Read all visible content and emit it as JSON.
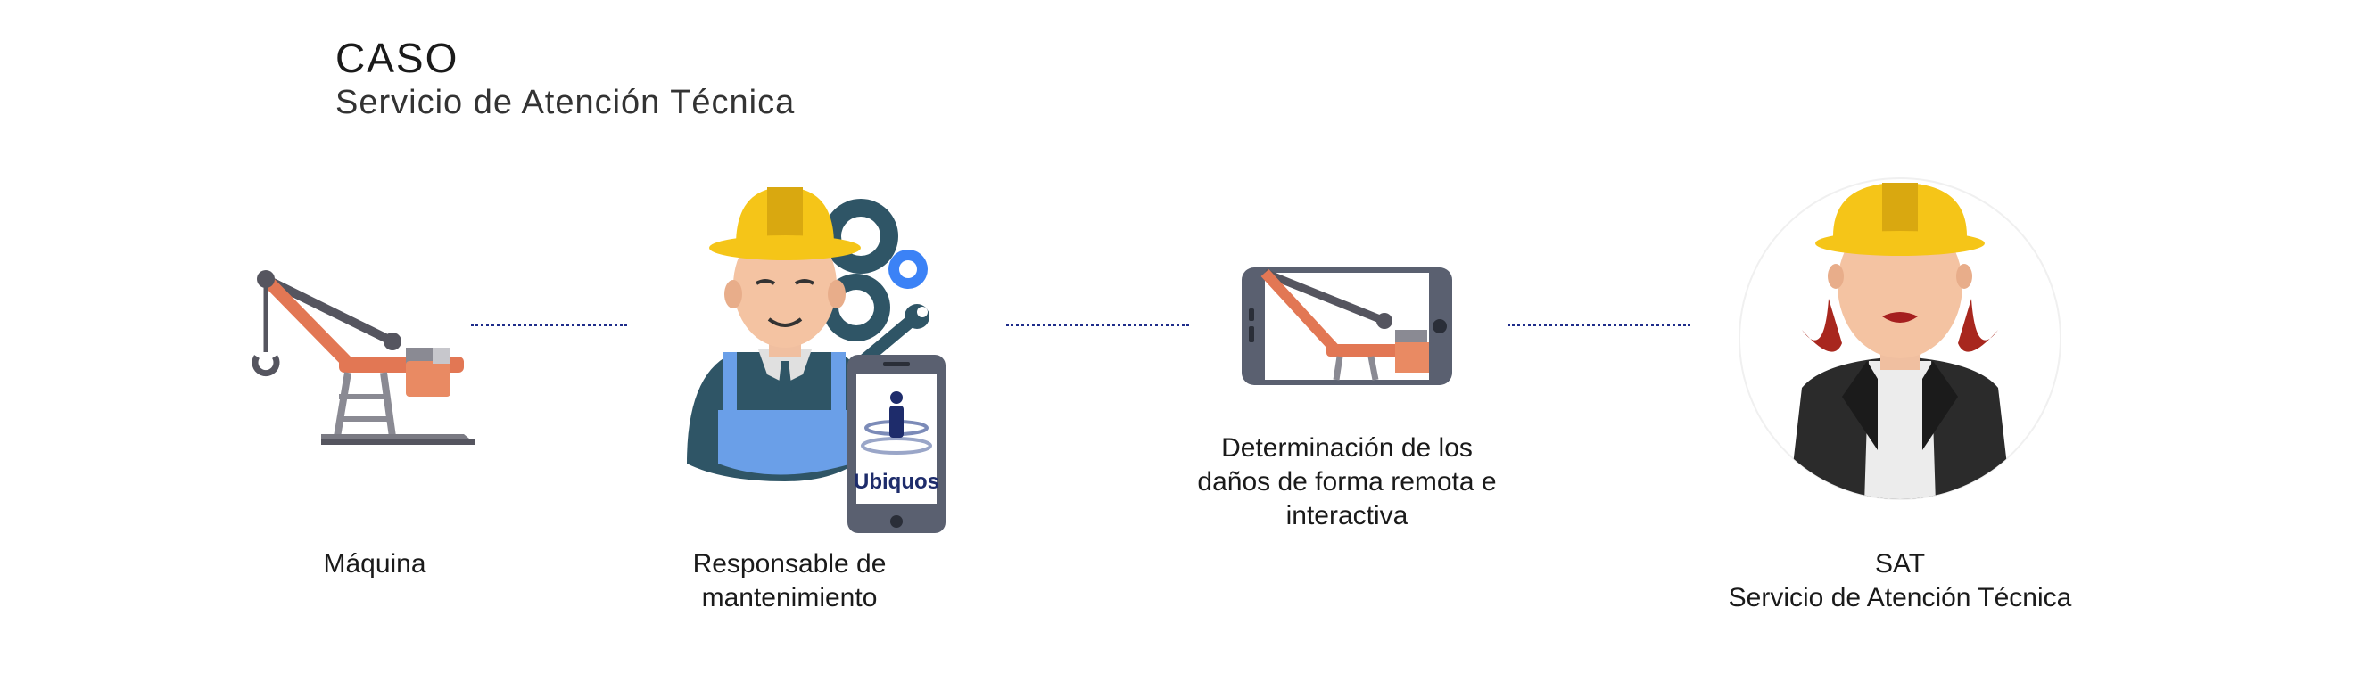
{
  "header": {
    "case_label": "CASO",
    "subtitle": "Servicio de Atención Técnica"
  },
  "steps": [
    {
      "id": "machine",
      "lines": [
        "Máquina"
      ]
    },
    {
      "id": "maintenance",
      "lines": [
        "Responsable de",
        "mantenimiento"
      ]
    },
    {
      "id": "remote",
      "lines": [
        "Determinación de los",
        "daños de forma remota e",
        "interactiva"
      ]
    },
    {
      "id": "sat",
      "lines": [
        "SAT",
        "Servicio de Atención Técnica"
      ]
    }
  ],
  "phone_app_name": "Ubiquos",
  "colors": {
    "connector": "#1f2d8a",
    "crane_orange": "#e27754",
    "crane_gray": "#55555f",
    "helmet_yellow": "#f5c518",
    "gear_teal": "#2f5566",
    "gear_blue": "#3b82f6",
    "overalls_blue": "#6a9fe8",
    "phone_frame": "#5a6070",
    "brand_navy": "#1e2c6b"
  },
  "icons": [
    "crane-icon",
    "technician-icon",
    "gear-icon",
    "wrench-icon",
    "smartphone-icon",
    "sat-agent-icon"
  ]
}
